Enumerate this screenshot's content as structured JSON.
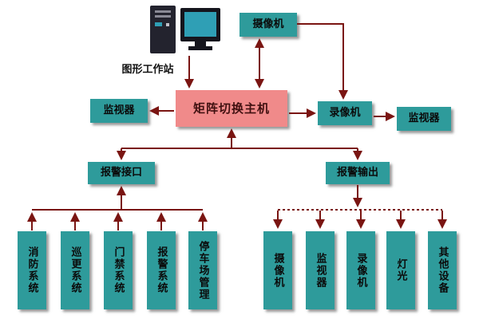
{
  "diagram": {
    "title_context": "matrix-switching surveillance system diagram",
    "workstation": {
      "label": "图形工作站"
    },
    "nodes": {
      "camera_top": "摄像机",
      "monitor_left": "监视器",
      "matrix_host": "矩阵切换主机",
      "recorder": "录像机",
      "monitor_right": "监视器",
      "alarm_interface": "报警接口",
      "alarm_output": "报警输出"
    },
    "alarm_inputs": [
      "消防系统",
      "巡更系统",
      "门禁系统",
      "报警系统",
      "停车场管理"
    ],
    "alarm_outputs": [
      "摄像机",
      "监视器",
      "录像机",
      "灯光",
      "其他设备"
    ],
    "colors": {
      "node_box": "#2e9b9b",
      "host_box": "#f08a8a",
      "wire": "#7a1512",
      "screen": "#2f9fb5"
    }
  }
}
